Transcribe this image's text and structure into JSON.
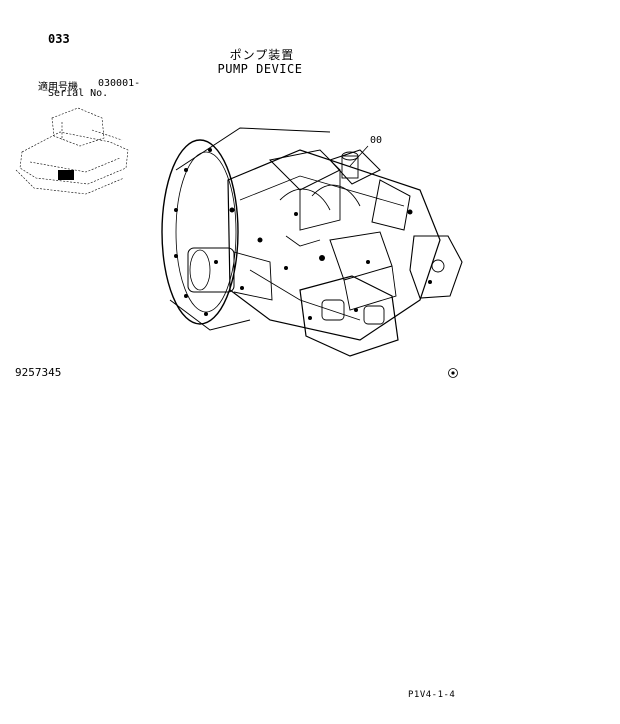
{
  "page_number": "033",
  "title": {
    "jp": "ポンプ装置",
    "en": "PUMP DEVICE"
  },
  "serial": {
    "label_jp": "適用号機",
    "label_en": "Serial No.",
    "value": "030001-"
  },
  "callout": "00",
  "part_number": "9257345",
  "footer_code": "P1V4-1-4",
  "icons": [
    "machine-locator-icon",
    "pump-assembly-illustration",
    "circle-mark-icon"
  ]
}
